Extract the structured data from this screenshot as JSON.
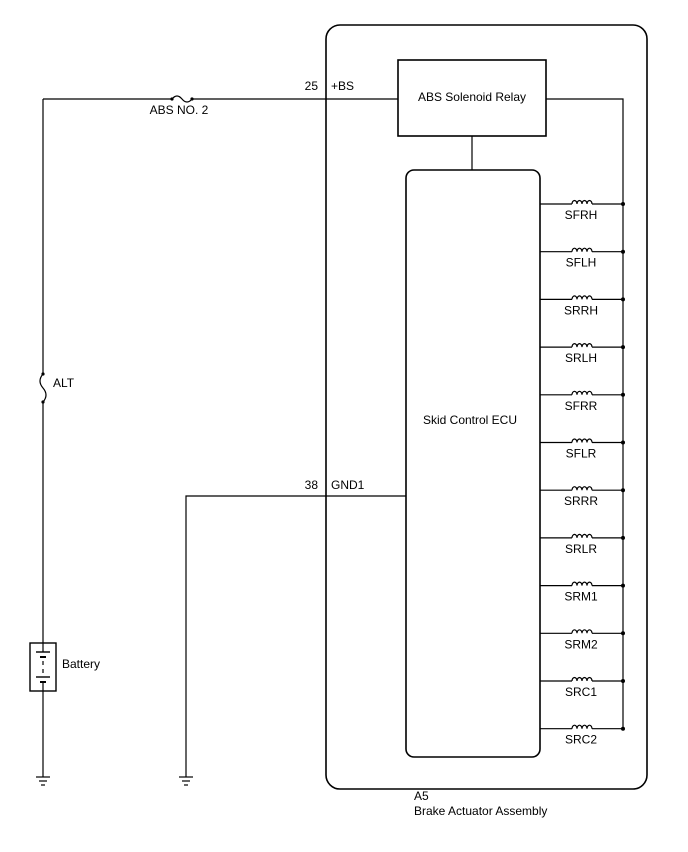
{
  "fuses": {
    "main": "ABS NO. 2",
    "alt": "ALT"
  },
  "battery_label": "Battery",
  "relay_label": "ABS Solenoid Relay",
  "ecu_label": "Skid Control ECU",
  "pins": {
    "bs_number": "25",
    "bs_name": "+BS",
    "gnd_number": "38",
    "gnd_name": "GND1"
  },
  "solenoids": [
    "SFRH",
    "SFLH",
    "SRRH",
    "SRLH",
    "SFRR",
    "SFLR",
    "SRRR",
    "SRLR",
    "SRM1",
    "SRM2",
    "SRC1",
    "SRC2"
  ],
  "assembly": {
    "code": "A5",
    "name": "Brake Actuator Assembly"
  }
}
